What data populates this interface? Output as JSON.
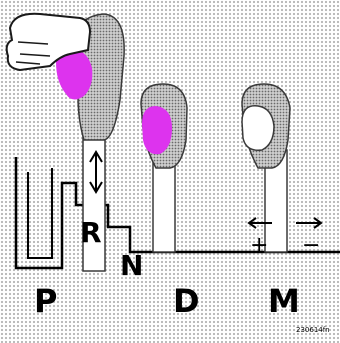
{
  "gates": {
    "park": "P",
    "reverse": "R",
    "neutral": "N",
    "drive": "D",
    "manual": "M"
  },
  "manual": {
    "plus": "+",
    "minus": "−"
  },
  "figure_code": "230614fn",
  "colors": {
    "background": "#ffffff",
    "dot": "#b4b4b4",
    "knob_fill": "#a9a9a9",
    "knob_outline": "#3a3a3a",
    "magenta_hand": "#dd33ee",
    "line": "#000000"
  }
}
